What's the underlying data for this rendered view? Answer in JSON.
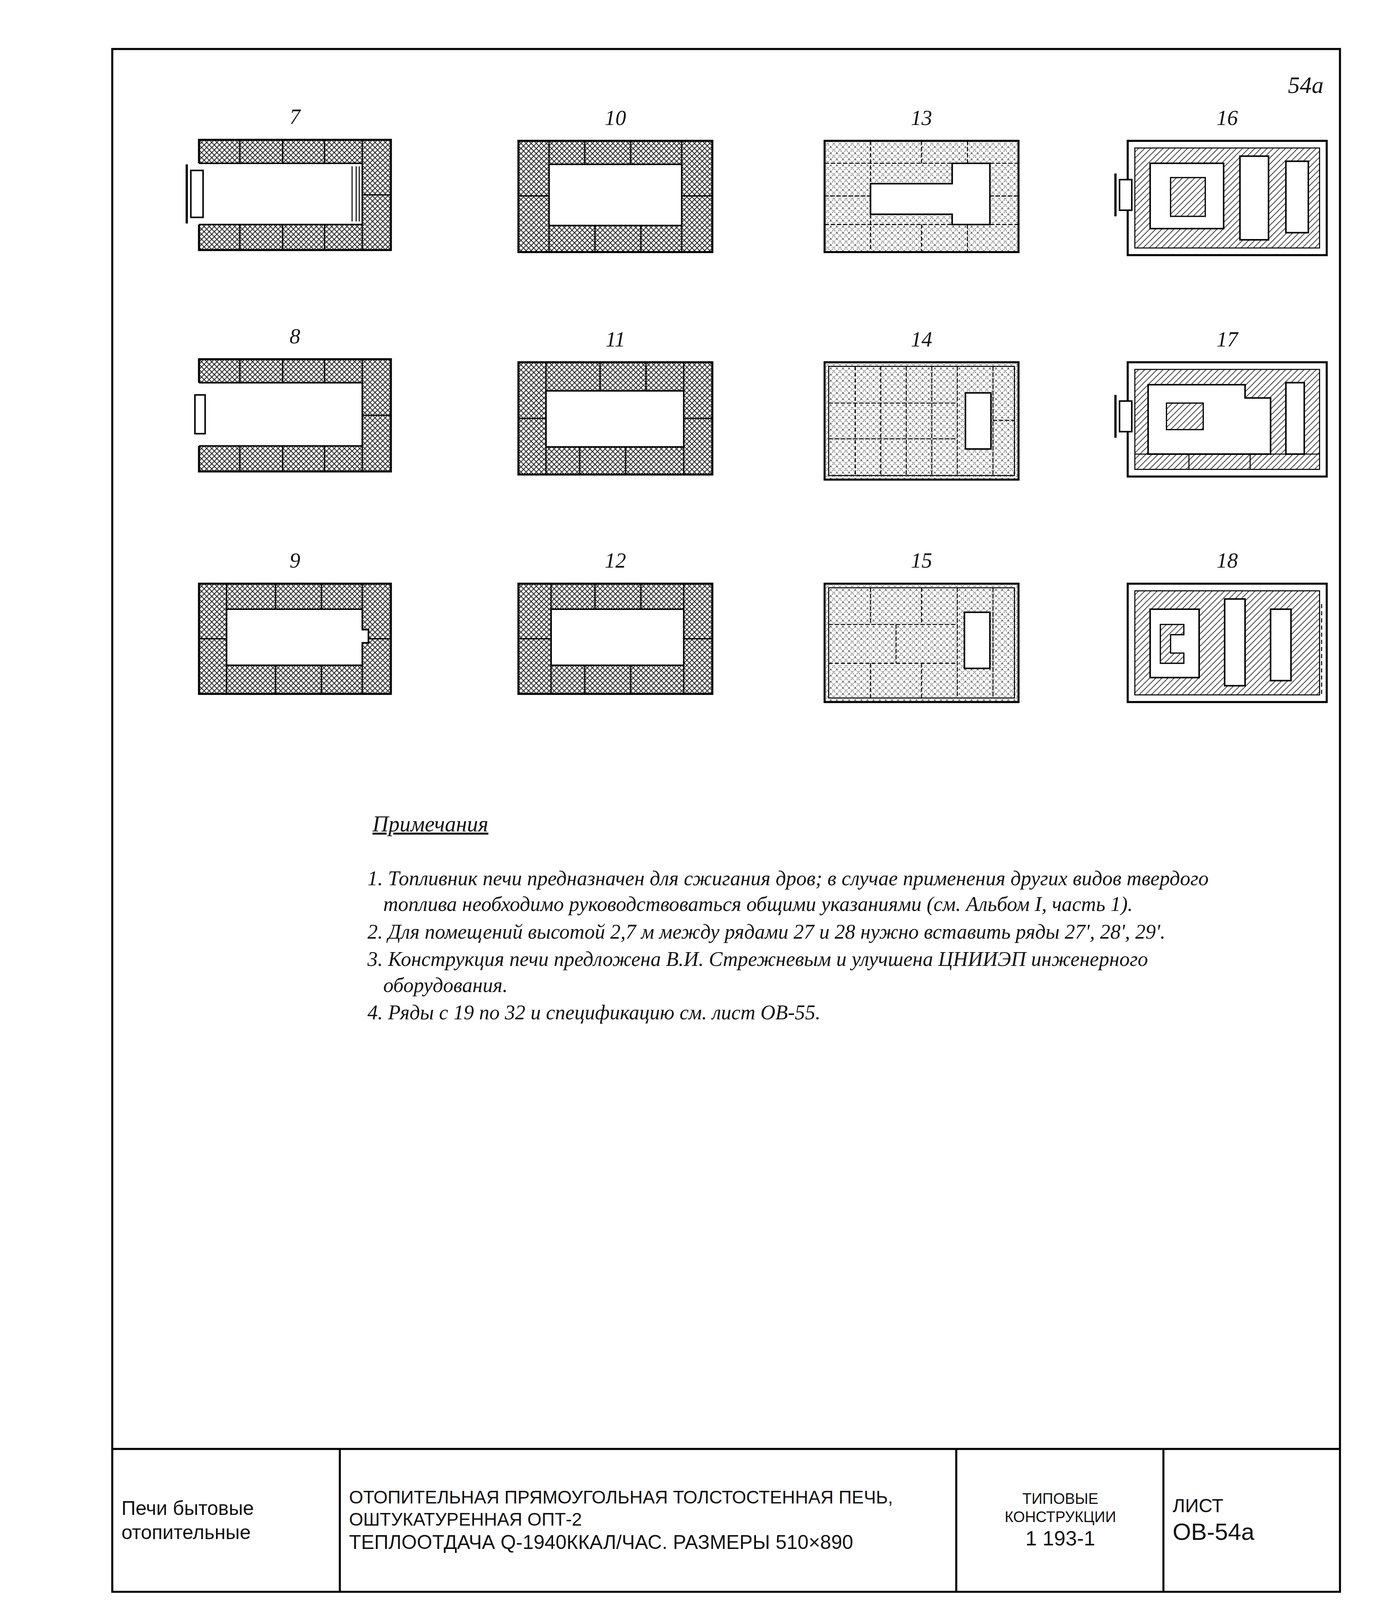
{
  "diagram": {
    "nodes": [
      {
        "text": [
          "7"
        ]
      },
      {
        "text": [
          "10"
        ]
      },
      {
        "text": [
          "13"
        ]
      },
      {
        "text": [
          "16"
        ]
      },
      {
        "text": [
          "8"
        ]
      },
      {
        "text": [
          "11"
        ]
      },
      {
        "text": [
          "14"
        ]
      },
      {
        "text": [
          "17"
        ]
      },
      {
        "text": [
          "9"
        ]
      },
      {
        "text": [
          "12"
        ]
      },
      {
        "text": [
          "15"
        ]
      },
      {
        "text": [
          "18"
        ]
      },
      {
        "text": [
          "Печи бытовые отопительные"
        ]
      },
      {
        "text": [
          "ОТОПИТЕЛЬНАЯ ПРЯМОУГОЛЬНАЯ ТОЛСТОСТЕННАЯ ПЕЧЬ, ОШТУКАТУРЕННАЯ ОПТ-2",
          "ТЕПЛООТДАЧА Q-1940ККАЛ/ЧАС. РАЗМЕРЫ 510×890"
        ]
      },
      {
        "text": [
          "ТИПОВЫЕ КОНСТРУКЦИИ",
          "1 193-1"
        ]
      },
      {
        "text": [
          "ЛИСТ",
          "ОВ-54а"
        ]
      }
    ],
    "labels": [
      "54а",
      "Примечания",
      "1. Топливник печи предназначен для сжигания дров; в случае применения других видов твердого топлива необходимо руководствоваться общими указаниями (см. Альбом I, часть 1).",
      "2. Для помещений высотой 2,7 м между рядами 27 и 28 нужно вставить ряды 27', 28', 29'.",
      "3. Конструкция печи предложена В.И. Стрежневым и улучшена ЦНИИЭП инженерного оборудования.",
      "4. Ряды с 19 по 32 и спецификацию см. лист ОВ-55."
    ]
  }
}
